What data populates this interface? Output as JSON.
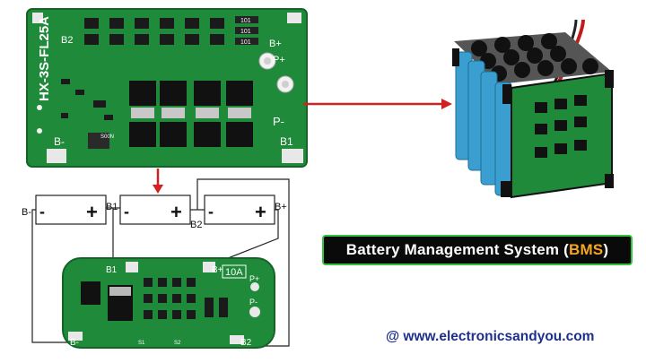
{
  "top_board": {
    "model": "HX-3S-FL25A",
    "pad_b2": "B2",
    "pad_bminus": "B-",
    "pad_b1": "B1",
    "pad_bplus": "B+",
    "pad_pplus": "P+",
    "pad_pminus": "P-",
    "resistor_code": "101",
    "cap_code": "S00N"
  },
  "wiring": {
    "label_bminus": "B-",
    "label_b1": "B1",
    "label_b2": "B2",
    "label_bplus": "B+",
    "minus_sign": "-",
    "plus_sign": "+",
    "small_board": {
      "rating": "10A",
      "pad_b1": "B1",
      "pad_bplus": "B+",
      "pad_pplus": "P+",
      "pad_pminus": "P-",
      "pad_bminus": "B-",
      "pad_b2": "B2",
      "s1": "S1",
      "s2": "S2"
    }
  },
  "title": {
    "prefix": "Battery Management System (",
    "highlight": "BMS",
    "suffix": ")"
  },
  "website": "@ www.electronicsandyou.com",
  "colors": {
    "pcb_green": "#1f8a3a",
    "arrow_red": "#d42020",
    "title_border": "#35c23c",
    "title_highlight": "#f5a623",
    "website_blue": "#1e2f8c",
    "cell_blue": "#3a9fd0"
  }
}
